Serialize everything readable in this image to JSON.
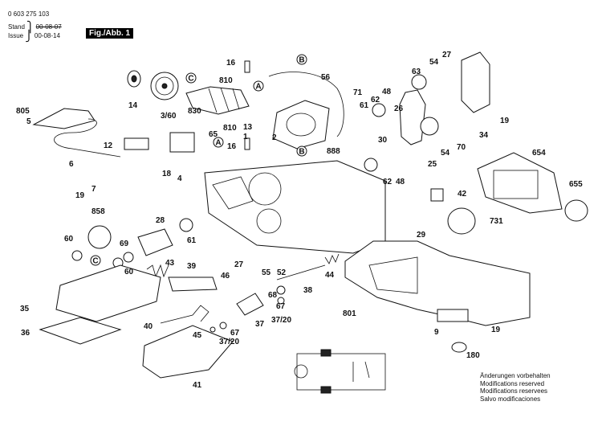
{
  "header": {
    "doc_number": "0 603 275 103",
    "stand_label": "Stand",
    "issue_label": "Issue",
    "stand_date": "00-08-07",
    "issue_date": "00-08-14",
    "figure_label": "Fig./Abb. 1"
  },
  "callouts": [
    {
      "id": "p16a",
      "text": "16"
    },
    {
      "id": "p810a",
      "text": "810"
    },
    {
      "id": "p14",
      "text": "14"
    },
    {
      "id": "p360",
      "text": "3/60"
    },
    {
      "id": "p830",
      "text": "830"
    },
    {
      "id": "p56",
      "text": "56"
    },
    {
      "id": "p71",
      "text": "71"
    },
    {
      "id": "p61a",
      "text": "61"
    },
    {
      "id": "p48a",
      "text": "48"
    },
    {
      "id": "p62a",
      "text": "62"
    },
    {
      "id": "p26",
      "text": "26"
    },
    {
      "id": "p63",
      "text": "63"
    },
    {
      "id": "p54a",
      "text": "54"
    },
    {
      "id": "p27a",
      "text": "27"
    },
    {
      "id": "p19a",
      "text": "19"
    },
    {
      "id": "p805",
      "text": "805"
    },
    {
      "id": "p5",
      "text": "5"
    },
    {
      "id": "p810b",
      "text": "810"
    },
    {
      "id": "p13",
      "text": "13"
    },
    {
      "id": "p1",
      "text": "1"
    },
    {
      "id": "p2",
      "text": "2"
    },
    {
      "id": "p16b",
      "text": "16"
    },
    {
      "id": "p30",
      "text": "30"
    },
    {
      "id": "p65",
      "text": "65"
    },
    {
      "id": "p12",
      "text": "12"
    },
    {
      "id": "p888",
      "text": "888"
    },
    {
      "id": "p34",
      "text": "34"
    },
    {
      "id": "p54b",
      "text": "54"
    },
    {
      "id": "p70",
      "text": "70"
    },
    {
      "id": "p654",
      "text": "654"
    },
    {
      "id": "p6",
      "text": "6"
    },
    {
      "id": "p18",
      "text": "18"
    },
    {
      "id": "p4",
      "text": "4"
    },
    {
      "id": "p25",
      "text": "25"
    },
    {
      "id": "p48b",
      "text": "48"
    },
    {
      "id": "p19b",
      "text": "19"
    },
    {
      "id": "p7",
      "text": "7"
    },
    {
      "id": "p62b",
      "text": "62"
    },
    {
      "id": "p655",
      "text": "655"
    },
    {
      "id": "p42",
      "text": "42"
    },
    {
      "id": "p858",
      "text": "858"
    },
    {
      "id": "p28",
      "text": "28"
    },
    {
      "id": "p731",
      "text": "731"
    },
    {
      "id": "p60a",
      "text": "60"
    },
    {
      "id": "p69",
      "text": "69"
    },
    {
      "id": "p61b",
      "text": "61"
    },
    {
      "id": "p29",
      "text": "29"
    },
    {
      "id": "p60b",
      "text": "60"
    },
    {
      "id": "p43",
      "text": "43"
    },
    {
      "id": "p27b",
      "text": "27"
    },
    {
      "id": "p39",
      "text": "39"
    },
    {
      "id": "p46",
      "text": "46"
    },
    {
      "id": "p55",
      "text": "55"
    },
    {
      "id": "p52",
      "text": "52"
    },
    {
      "id": "p44",
      "text": "44"
    },
    {
      "id": "p38",
      "text": "38"
    },
    {
      "id": "p68",
      "text": "68"
    },
    {
      "id": "p67a",
      "text": "67"
    },
    {
      "id": "p3720a",
      "text": "37/20"
    },
    {
      "id": "p35",
      "text": "35"
    },
    {
      "id": "p801",
      "text": "801"
    },
    {
      "id": "p40",
      "text": "40"
    },
    {
      "id": "p45",
      "text": "45"
    },
    {
      "id": "p67b",
      "text": "67"
    },
    {
      "id": "p37",
      "text": "37"
    },
    {
      "id": "p36",
      "text": "36"
    },
    {
      "id": "p3720b",
      "text": "37/20"
    },
    {
      "id": "p9",
      "text": "9"
    },
    {
      "id": "p19c",
      "text": "19"
    },
    {
      "id": "p180",
      "text": "180"
    },
    {
      "id": "p41",
      "text": "41"
    }
  ],
  "markers": [
    {
      "id": "mB1",
      "text": "B"
    },
    {
      "id": "mC1",
      "text": "C"
    },
    {
      "id": "mA1",
      "text": "A"
    },
    {
      "id": "mB2",
      "text": "B"
    },
    {
      "id": "mA2",
      "text": "A"
    },
    {
      "id": "mC2",
      "text": "C"
    }
  ],
  "notes": [
    "Änderungen vorbehalten",
    "Modifications reserved",
    "Modifications reservees",
    "Salvo modificaciones"
  ]
}
